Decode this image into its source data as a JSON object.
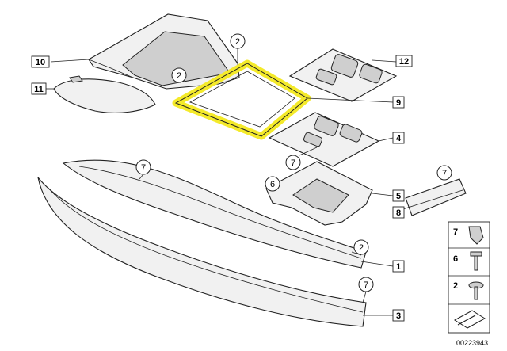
{
  "diagram": {
    "callouts_circle": [
      "2",
      "2",
      "7",
      "7",
      "6",
      "7",
      "2",
      "7"
    ],
    "callouts_box": [
      "10",
      "11",
      "12",
      "9",
      "4",
      "5",
      "8",
      "1",
      "3"
    ],
    "legend": [
      "7",
      "6",
      "2"
    ],
    "reference_number": "00223943",
    "highlight_color": "#f4ea2a"
  }
}
